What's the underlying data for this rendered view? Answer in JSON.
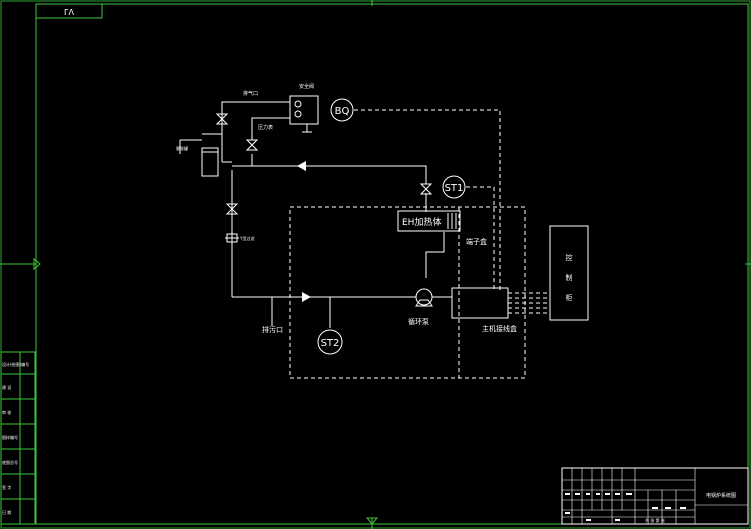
{
  "drawing": {
    "corner_tag": "ΓΛ"
  },
  "components": {
    "bq": "BQ",
    "st1": "ST1",
    "st2": "ST2",
    "eh_heater": "EH加热体",
    "heating_box": "端子盒",
    "circulation_pump": "循环泵",
    "main_junction_box": "主机接线盒",
    "drain_outlet": "排污口",
    "control_cabinet": "控制柜",
    "exhaust_port": "排气口",
    "pressure_gauge": "压力表",
    "expansion_tank": "膨胀罐",
    "safety_valve": "安全阀",
    "valve_tag": "Y型过滤"
  },
  "left_strip": {
    "items": [
      "设计(绘图)编号",
      "建  设",
      "审  核",
      "图样编号",
      "底图总号",
      "签  字",
      "日  期"
    ]
  },
  "title_block": {
    "drawing_name": "电锅炉系统图",
    "sheet_label": "共  张  第  张"
  }
}
